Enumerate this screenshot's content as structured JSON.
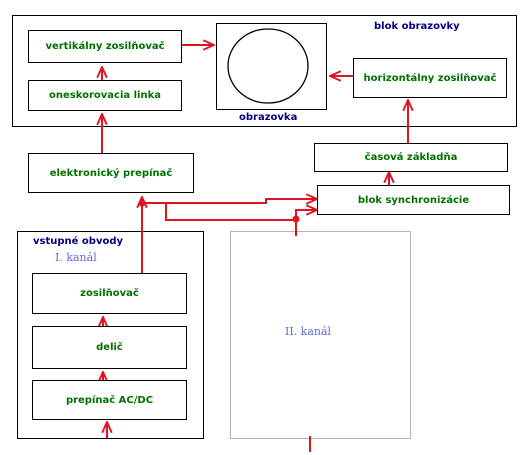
{
  "labels": {
    "blok_obrazovky": "blok obrazovky",
    "vertikalny_zosilnovac": "vertikálny zosilňovač",
    "oneskorovacia_linka": "oneskorovacia linka",
    "obrazovka": "obrazovka",
    "horizontalny_zosilnovac": "horizontálny zosilňovač",
    "casova_zakladna": "časová základňa",
    "elektronicky_prepinac": "elektronický prepínač",
    "blok_synchronizacie": "blok synchronizácie",
    "vstupne_obvody": "vstupné obvody",
    "kanal_1": "I. kanál",
    "zosilnovac": "zosilňovač",
    "delic": "delič",
    "prepinac_acdc": "prepínač AC/DC",
    "kanal_2": "II. kanál"
  },
  "colors": {
    "wire": "#e0141e",
    "box_text": "#007000",
    "heading_text": "#000080",
    "channel_text": "#5e6ad6",
    "channel2_border": "#b4b4b4"
  }
}
